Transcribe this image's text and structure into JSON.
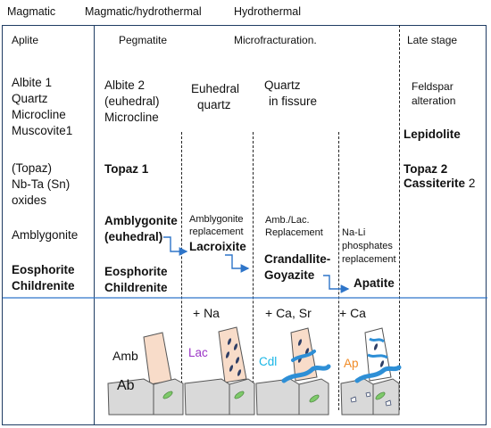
{
  "header": {
    "magmatic": "Magmatic",
    "magmatic_hydrothermal": "Magmatic/hydrothermal",
    "hydrothermal": "Hydrothermal"
  },
  "stages": {
    "aplite": "Aplite",
    "pegmatite": "Pegmatite",
    "microfracturation": "Microfracturation.",
    "late_stage": "Late stage"
  },
  "aplite_minerals": {
    "line1": "Albite 1",
    "line2": "Quartz",
    "line3": "Microcline",
    "line4": "Muscovite1",
    "topaz": "(Topaz)",
    "nbta": "Nb-Ta (Sn)",
    "oxides": "oxides",
    "amblygonite": "Amblygonite",
    "eosphorite": "Eosphorite",
    "childrenite": "Childrenite"
  },
  "pegmatite_minerals": {
    "albite2": "Albite 2",
    "euhedral": "(euhedral)",
    "microcline": "Microcline",
    "topaz1": "Topaz 1",
    "amblygonite": "Amblygonite",
    "amblygonite_euhedral": "(euhedral)",
    "eosphorite": "Eosphorite",
    "childrenite": "Childrenite"
  },
  "euhedral_quartz": {
    "line1": "Euhedral",
    "line2": "quartz",
    "replacement_1": "Amblygonite",
    "replacement_2": "replacement",
    "product": "Lacroixite"
  },
  "quartz_fissure": {
    "line1": "Quartz",
    "line2": "in fissure",
    "replacement_1": "Amb./Lac.",
    "replacement_2": "Replacement",
    "product_1": "Crandallite-",
    "product_2": "Goyazite"
  },
  "phosphates": {
    "line1": "Na-Li",
    "line2": "phosphates",
    "line3": "replacement",
    "product": "Apatite"
  },
  "late_stage_minerals": {
    "feldspar_1": "Feldspar",
    "feldspar_2": "alteration",
    "lepidolite": "Lepidolite",
    "topaz2": "Topaz 2",
    "cassiterite_bold": "Cassiterite",
    "cassiterite_num": "2"
  },
  "additions": {
    "na": "+ Na",
    "ca_sr": "+ Ca, Sr",
    "ca": "+ Ca"
  },
  "sketch_labels": {
    "amb": "Amb",
    "ab": "Ab",
    "lac": "Lac",
    "cdl": "Cdl",
    "ap": "Ap"
  },
  "colors": {
    "frame": "#1f3c63",
    "arrow": "#2e75c9",
    "lac_label": "#9b35c6",
    "cdl_label": "#19b6e6",
    "ap_label": "#f08a24",
    "crystal_pink": "#f8dcc9",
    "matrix_grey": "#d9d9d9",
    "vein_blue": "#2e8fd6",
    "grain_green": "#7ec96a",
    "fracture_navy": "#2f3f66"
  }
}
